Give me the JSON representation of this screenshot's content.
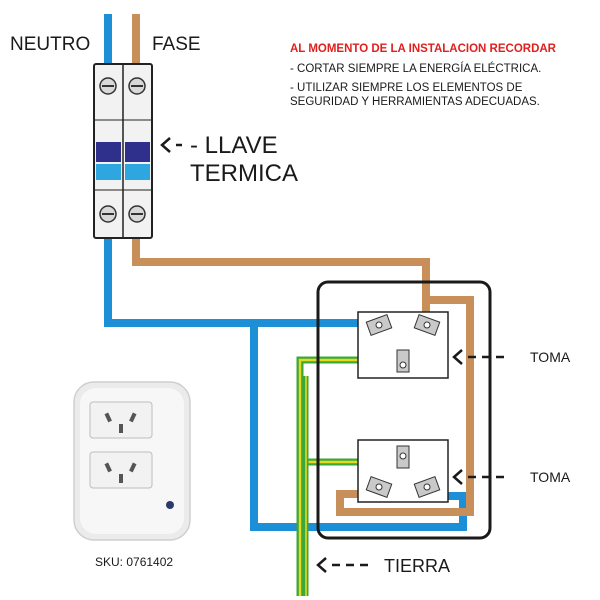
{
  "labels": {
    "neutro": "NEUTRO",
    "fase": "FASE",
    "llave_line1": "- LLAVE",
    "llave_line2": "TERMICA",
    "toma_top": "TOMA",
    "toma_bottom": "TOMA",
    "tierra": "TIERRA",
    "sku": "SKU: 0761402"
  },
  "notice": {
    "title": "AL MOMENTO DE LA INSTALACION RECORDAR",
    "line1": "- CORTAR SIEMPRE LA ENERGÍA ELÉCTRICA.",
    "line2": "- UTILIZAR SIEMPRE LOS ELEMENTOS DE",
    "line3": "SEGURIDAD Y HERRAMIENTAS ADECUADAS."
  },
  "icons": {
    "breaker": "circuit-breaker-icon",
    "outlet": "outlet-icon",
    "arrow": "left-arrow-icon"
  },
  "colors": {
    "neutral_wire": "#1d8fd6",
    "phase_wire": "#c98f5a",
    "earth_green": "#3aa83a",
    "earth_yellow": "#e8d820",
    "title_red": "#e0201e",
    "breaker_blue": "#2f2f8c",
    "breaker_cyan": "#2ea6e0"
  }
}
